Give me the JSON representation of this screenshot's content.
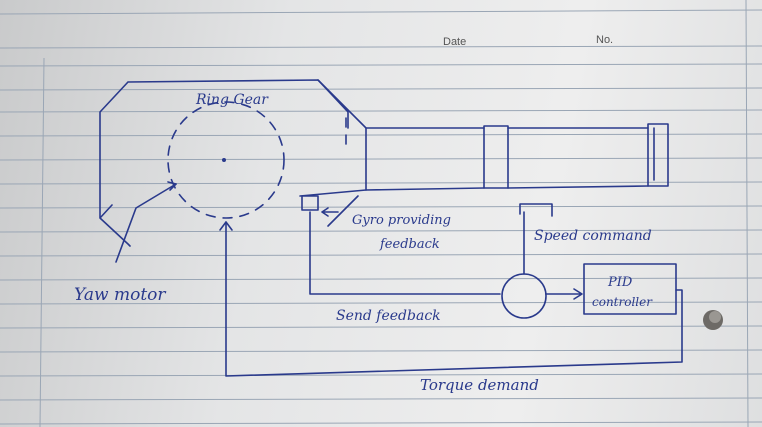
{
  "header": {
    "date_label": "Date",
    "no_label": "No."
  },
  "labels": {
    "ring_gear": "Ring Gear",
    "gyro": "Gyro providing",
    "gyro_cont": "feedback",
    "speed_command": "Speed command",
    "pid": "PID",
    "controller": "controller",
    "yaw_motor": "Yaw motor",
    "send_feedback": "Send feedback",
    "torque_demand": "Torque demand"
  },
  "colors": {
    "ink": "#2a3a8c",
    "paper": "#eeeeee",
    "rule": "#9aa6b5"
  }
}
